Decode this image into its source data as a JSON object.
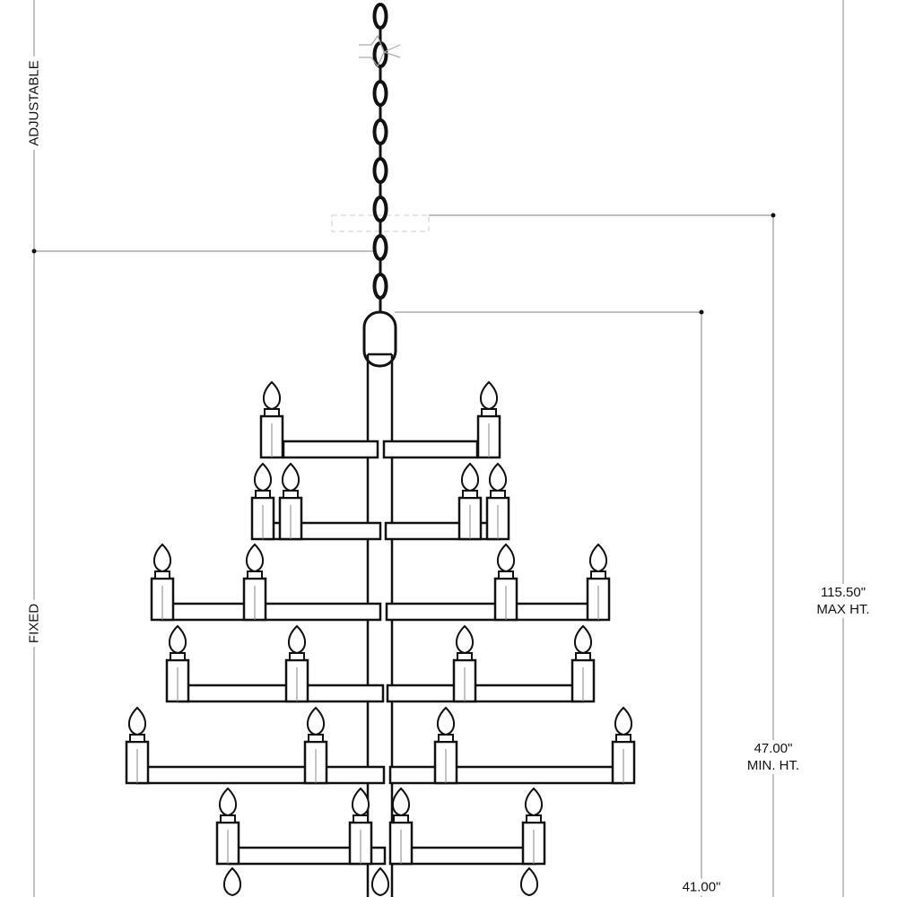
{
  "title": "Chandelier dimension drawing",
  "labels": {
    "adjustable": "ADJUSTABLE",
    "fixed": "FIXED",
    "max_height_value": "115.50\"",
    "max_height_label": "MAX HT.",
    "min_height_value": "47.00\"",
    "min_height_label": "MIN. HT.",
    "fixture_height_value": "41.00\""
  },
  "colors": {
    "line": "#111111",
    "dimension": "#999999"
  }
}
